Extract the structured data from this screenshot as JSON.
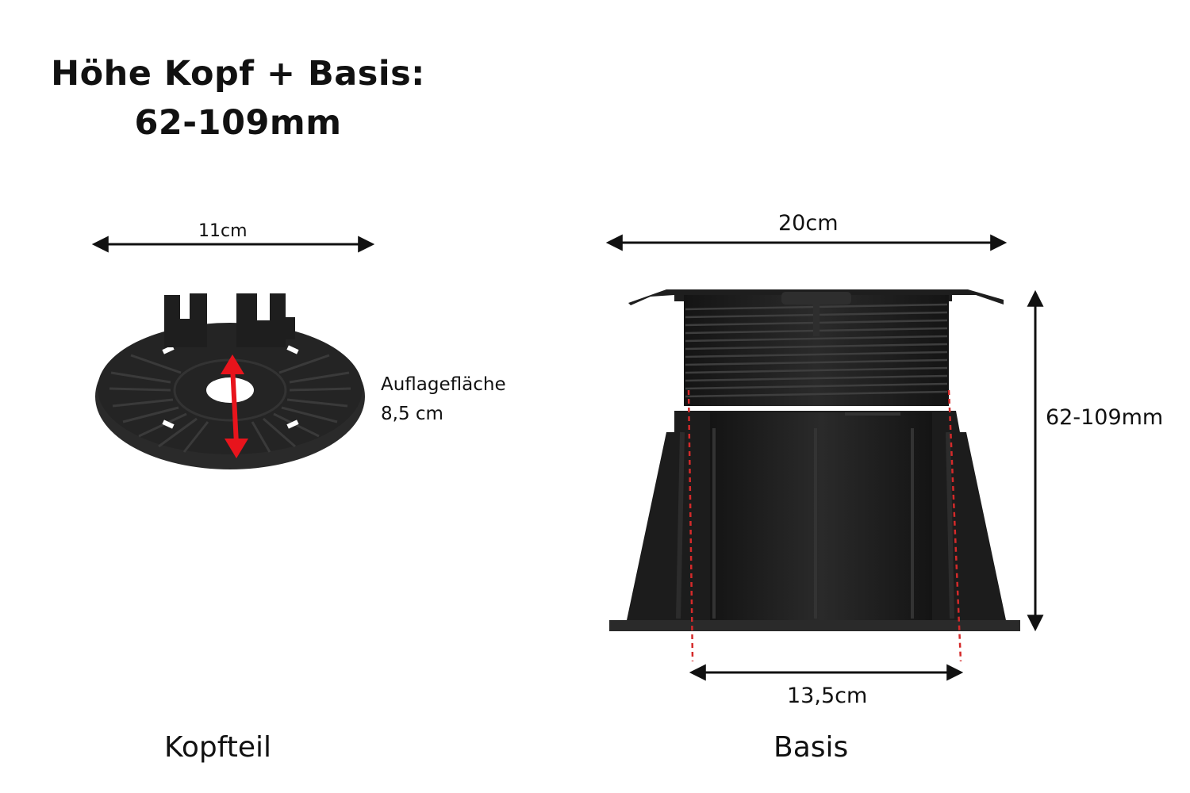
{
  "title": {
    "line1": "Höhe Kopf + Basis:",
    "line2": "62-109mm"
  },
  "head_part": {
    "caption": "Kopfteil",
    "width_label": "11cm",
    "support_label_line1": "Auflagefläche",
    "support_label_line2": "8,5 cm"
  },
  "base_part": {
    "caption": "Basis",
    "width_label": "20cm",
    "height_label": "62-109mm",
    "inner_width_label": "13,5cm"
  },
  "colors": {
    "product": "#1c1c1c",
    "accent_arrow": "#e8141c",
    "dashed_guide": "#d42a2a",
    "dimension_line": "#111111"
  }
}
